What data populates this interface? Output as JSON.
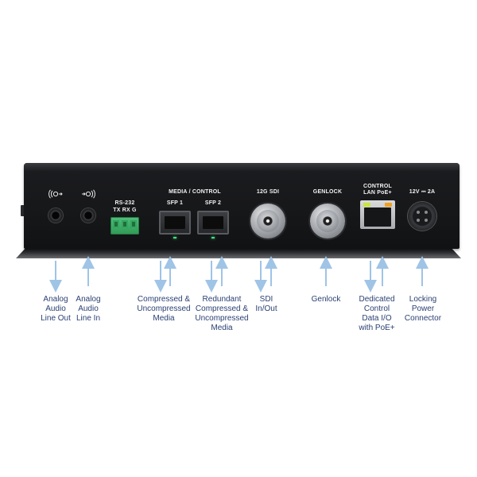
{
  "device": {
    "rs232_label": "RS-232",
    "rs232_pins": "TX RX G",
    "media_control_label": "MEDIA / CONTROL",
    "sfp1_label": "SFP 1",
    "sfp2_label": "SFP 2",
    "sdi_label": "12G  SDI",
    "genlock_label": "GENLOCK",
    "control_label": "CONTROL",
    "lan_poe_label": "LAN  PoE+",
    "power_label": "12V ⎓ 2A",
    "audio_out_icon": "audio-out-icon",
    "audio_in_icon": "audio-in-icon",
    "colors": {
      "chassis": "#161719",
      "terminal_block": "#3aa866",
      "sfp_led": "#3fe07a",
      "rj45_led_left": "#c8e63a",
      "rj45_led_right": "#f0a020",
      "annotation_text": "#2a3f73",
      "arrow": "#9fc4e6"
    }
  },
  "annotations": [
    {
      "lines": [
        "Analog",
        "Audio",
        "Line Out"
      ],
      "arrow": "down"
    },
    {
      "lines": [
        "Analog",
        "Audio",
        "Line In"
      ],
      "arrow": "up"
    },
    {
      "lines": [
        "Compressed &",
        "Uncompressed",
        "Media"
      ],
      "arrow": "both"
    },
    {
      "lines": [
        "Redundant",
        "Compressed &",
        "Uncompressed",
        "Media"
      ],
      "arrow": "both"
    },
    {
      "lines": [
        "SDI",
        "In/Out"
      ],
      "arrow": "both"
    },
    {
      "lines": [
        "Genlock"
      ],
      "arrow": "up"
    },
    {
      "lines": [
        "Dedicated",
        "Control",
        "Data I/O",
        "with PoE+"
      ],
      "arrow": "both"
    },
    {
      "lines": [
        "Locking",
        "Power",
        "Connector"
      ],
      "arrow": "up"
    }
  ]
}
